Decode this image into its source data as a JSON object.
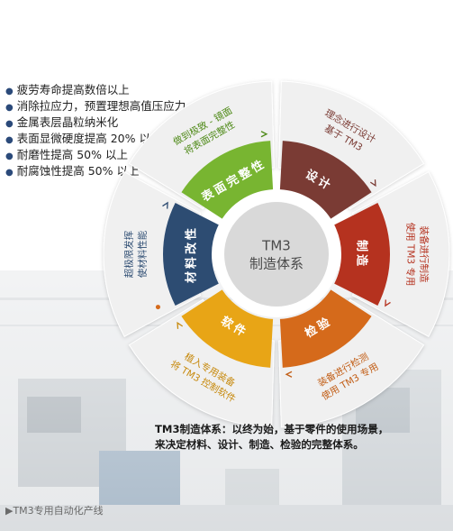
{
  "benefits": [
    "疲劳寿命提高数倍以上",
    "消除拉应力，预置理想高值压应力",
    "金属表层晶粒纳米化",
    "表面显微硬度提高 20% 以上",
    "耐磨性提高 50% 以上",
    "耐腐蚀性提高 50% 以上"
  ],
  "center": {
    "line1": "TM3",
    "line2": "制造体系"
  },
  "segments": [
    {
      "label": "材料改性",
      "color": "#2d4c72",
      "outer_lines": [
        "使材料性能",
        "超极限发挥"
      ],
      "outer_color": "#2d4c72"
    },
    {
      "label": "表面完整性",
      "color": "#78b531",
      "outer_lines": [
        "将表面完整性",
        "做到极致 - 镜面"
      ],
      "outer_color": "#4f8a18"
    },
    {
      "label": "设计",
      "color": "#7a3b34",
      "outer_lines": [
        "基于 TM3",
        "理念进行设计"
      ],
      "outer_color": "#7a3b34"
    },
    {
      "label": "制造",
      "color": "#b5321f",
      "outer_lines": [
        "使用 TM3 专用",
        "装备进行制造"
      ],
      "outer_color": "#b5321f"
    },
    {
      "label": "检验",
      "color": "#d56a1b",
      "outer_lines": [
        "使用 TM3 专用",
        "装备进行检测"
      ],
      "outer_color": "#c25e16"
    },
    {
      "label": "软件",
      "color": "#e8a516",
      "outer_lines": [
        "将 TM3 控制软件",
        "植入专用装备"
      ],
      "outer_color": "#c78a0e"
    }
  ],
  "summary": {
    "line1": "TM3制造体系：以终为始，基于零件的使用场景，",
    "line2": "来决定材料、设计、制造、检验的完整体系。"
  },
  "caption": "▶TM3专用自动化产线",
  "colors": {
    "outer_ring": "#f0f0f0",
    "center_fill": "#d9d9d9",
    "center_text": "#4a4a4a",
    "arrow": "#9a9a9a"
  }
}
